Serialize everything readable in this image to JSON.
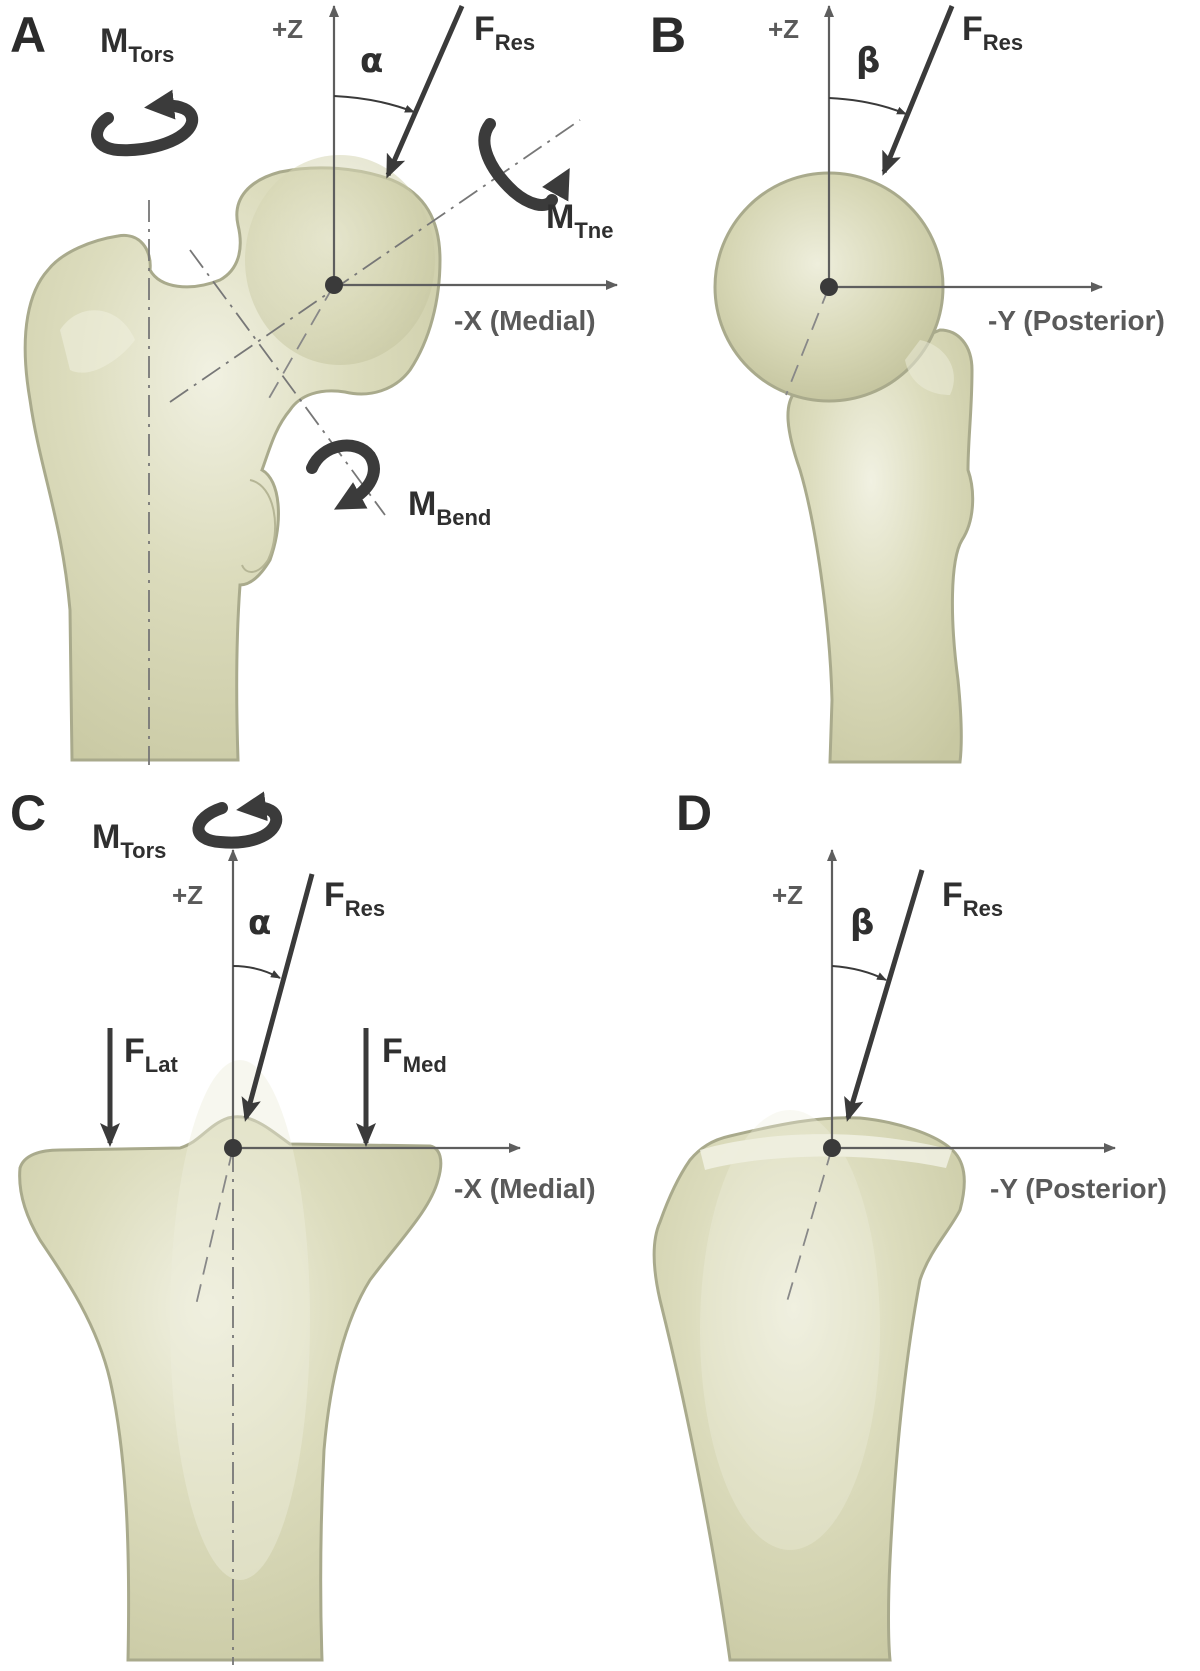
{
  "panels": {
    "A": {
      "letter": "A",
      "z_axis": "+Z",
      "x_axis": "-X (Medial)",
      "angle": "α",
      "force_main": "F",
      "force_sub": "Res",
      "moment_tors_main": "M",
      "moment_tors_sub": "Tors",
      "moment_tne_main": "M",
      "moment_tne_sub": "Tne",
      "moment_bend_main": "M",
      "moment_bend_sub": "Bend"
    },
    "B": {
      "letter": "B",
      "z_axis": "+Z",
      "y_axis": "-Y (Posterior)",
      "angle": "β",
      "force_main": "F",
      "force_sub": "Res"
    },
    "C": {
      "letter": "C",
      "z_axis": "+Z",
      "x_axis": "-X (Medial)",
      "angle": "α",
      "force_main": "F",
      "force_sub": "Res",
      "moment_tors_main": "M",
      "moment_tors_sub": "Tors",
      "force_lat_main": "F",
      "force_lat_sub": "Lat",
      "force_med_main": "F",
      "force_med_sub": "Med"
    },
    "D": {
      "letter": "D",
      "z_axis": "+Z",
      "y_axis": "-Y (Posterior)",
      "angle": "β",
      "force_main": "F",
      "force_sub": "Res"
    }
  },
  "colors": {
    "bone_fill": "#d6d6b4",
    "bone_highlight": "#f1f1e2",
    "bone_outline": "#a9aa8c",
    "arrow": "#3a3a3a",
    "axis": "#5e5e5e"
  }
}
